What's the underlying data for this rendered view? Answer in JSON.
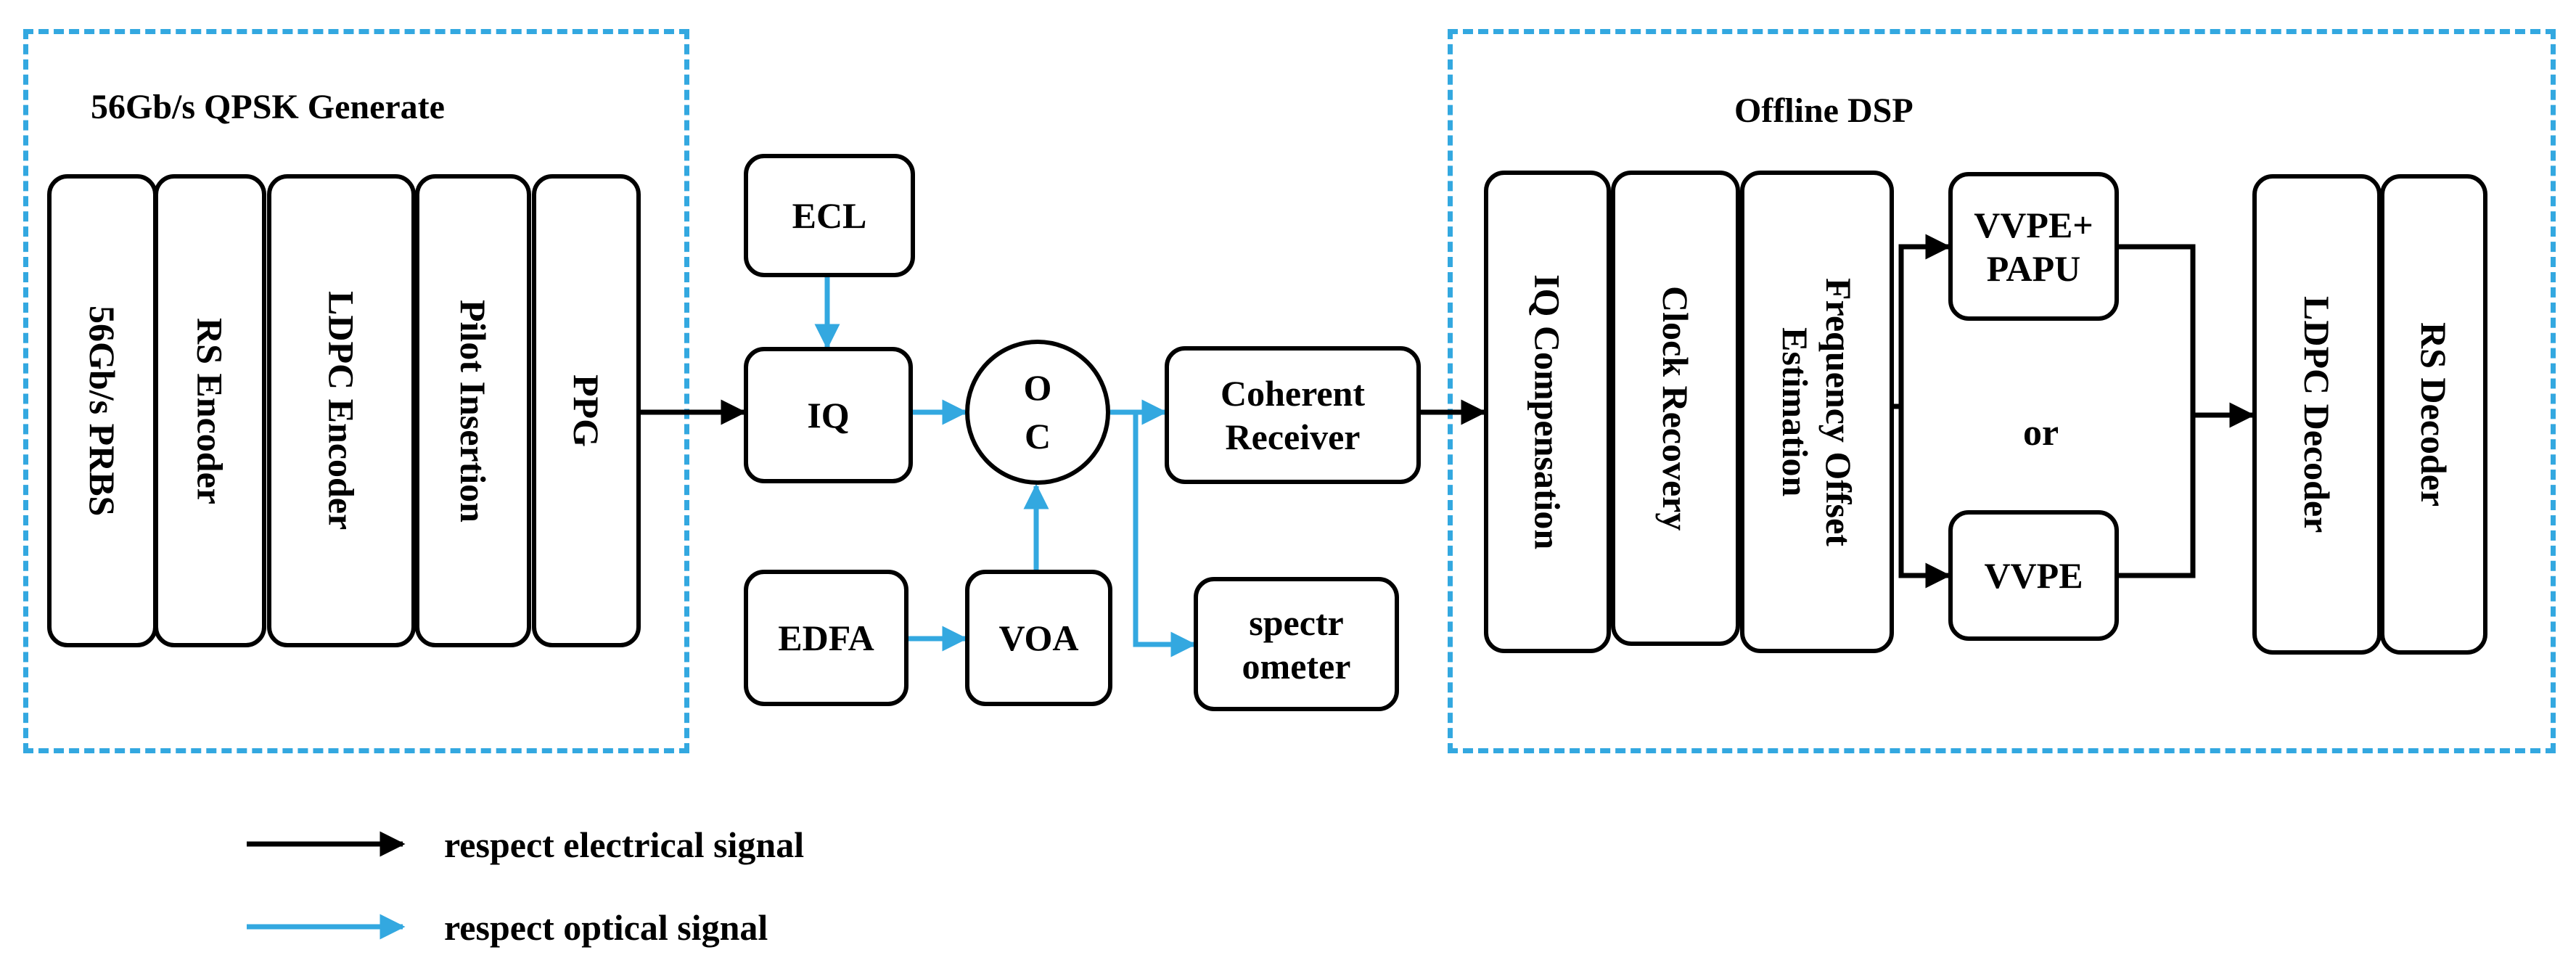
{
  "colors": {
    "electrical": "#000000",
    "optical": "#33a8e0",
    "group_border": "#33a8e0"
  },
  "groups": {
    "generate": {
      "title": "56Gb/s QPSK Generate"
    },
    "dsp": {
      "title": "Offline DSP"
    }
  },
  "blocks": {
    "prbs": "56Gb/s PRBS",
    "rs_encoder": "RS Encoder",
    "ldpc_encoder": "LDPC Encoder",
    "pilot_insertion": "Pilot Insertion",
    "ppg": "PPG",
    "ecl": "ECL",
    "iq": "IQ",
    "oc_line1": "O",
    "oc_line2": "C",
    "edfa": "EDFA",
    "voa": "VOA",
    "coherent_line1": "Coherent",
    "coherent_line2": "Receiver",
    "spectrometer_line1": "spectr",
    "spectrometer_line2": "ometer",
    "iq_compensation": "IQ Compensation",
    "clock_recovery": "Clock Recovery",
    "freq_offset_line1": "Frequency Offset",
    "freq_offset_line2": "Estimation",
    "vvpe_papu_line1": "VVPE+",
    "vvpe_papu_line2": "PAPU",
    "or": "or",
    "vvpe": "VVPE",
    "ldpc_decoder": "LDPC Decoder",
    "rs_decoder": "RS Decoder"
  },
  "legend": {
    "electrical": "respect electrical signal",
    "optical": "respect optical signal"
  }
}
